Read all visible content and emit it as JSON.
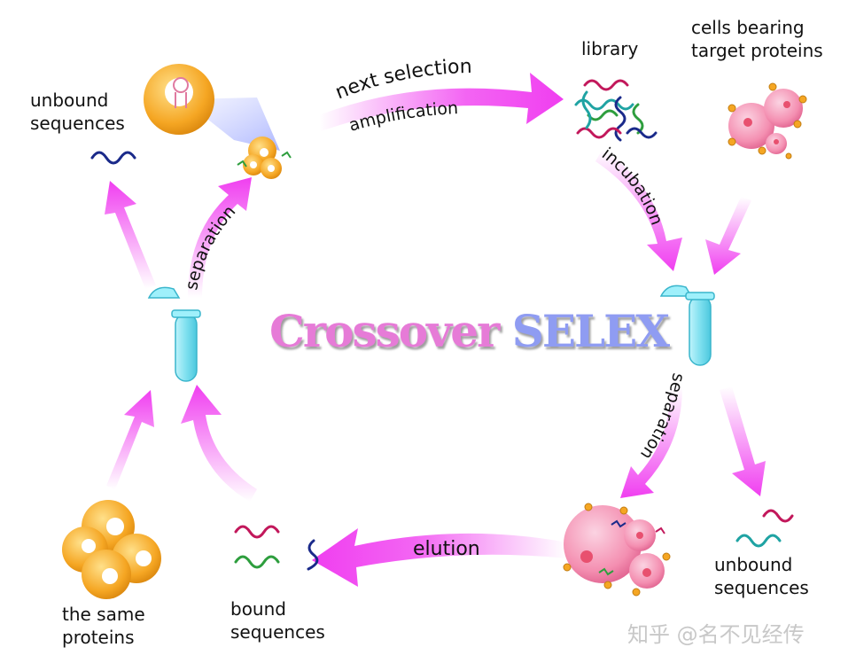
{
  "title": {
    "part1": "Crossover",
    "part2": "SELEX"
  },
  "labels": {
    "library": "library",
    "cells_bearing_line1": "cells bearing",
    "cells_bearing_line2": "target proteins",
    "unbound_tl_line1": "unbound",
    "unbound_tl_line2": "sequences",
    "unbound_br_line1": "unbound",
    "unbound_br_line2": "sequences",
    "bound_line1": "bound",
    "bound_line2": "sequences",
    "same_proteins_line1": "the same",
    "same_proteins_line2": "proteins"
  },
  "arrow_labels": {
    "next_selection": "next selection",
    "amplification": "amplification",
    "incubation": "incubation",
    "separation_right": "separation",
    "separation_left": "separation",
    "elution": "elution"
  },
  "watermark": "知乎 @名不见经传",
  "colors": {
    "arrow_magenta": "#f03ef0",
    "cell_pink": "#f48fb1",
    "protein_orange": "#f5a623",
    "tube_cyan": "#7fe0ef",
    "strand_red": "#c2185b",
    "strand_green": "#2e9e3e",
    "strand_blue": "#1a2a8a",
    "strand_teal": "#1fa3a3"
  }
}
